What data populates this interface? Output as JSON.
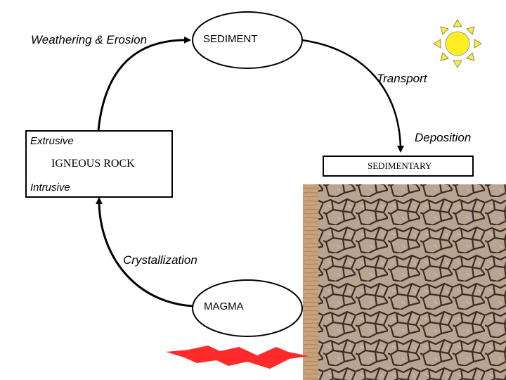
{
  "labels": {
    "weathering": "Weathering & Erosion",
    "sediment": "SEDIMENT",
    "transport": "Transport",
    "deposition": "Deposition",
    "sedimentary": "SEDIMENTARY",
    "extrusive": "Extrusive",
    "igneous": "IGNEOUS ROCK",
    "intrusive": "Intrusive",
    "crystallization": "Crystallization",
    "magma": "MAGMA"
  },
  "icons": {
    "sun": "sun-icon",
    "heat": "heat-burst-icon"
  },
  "colors": {
    "sun_fill": "#ffee22",
    "heat_fill": "#ff2a2a",
    "mud_base": "#b9a391",
    "mud_crack": "#3b2c24",
    "sandstone": "#c9a27a"
  }
}
